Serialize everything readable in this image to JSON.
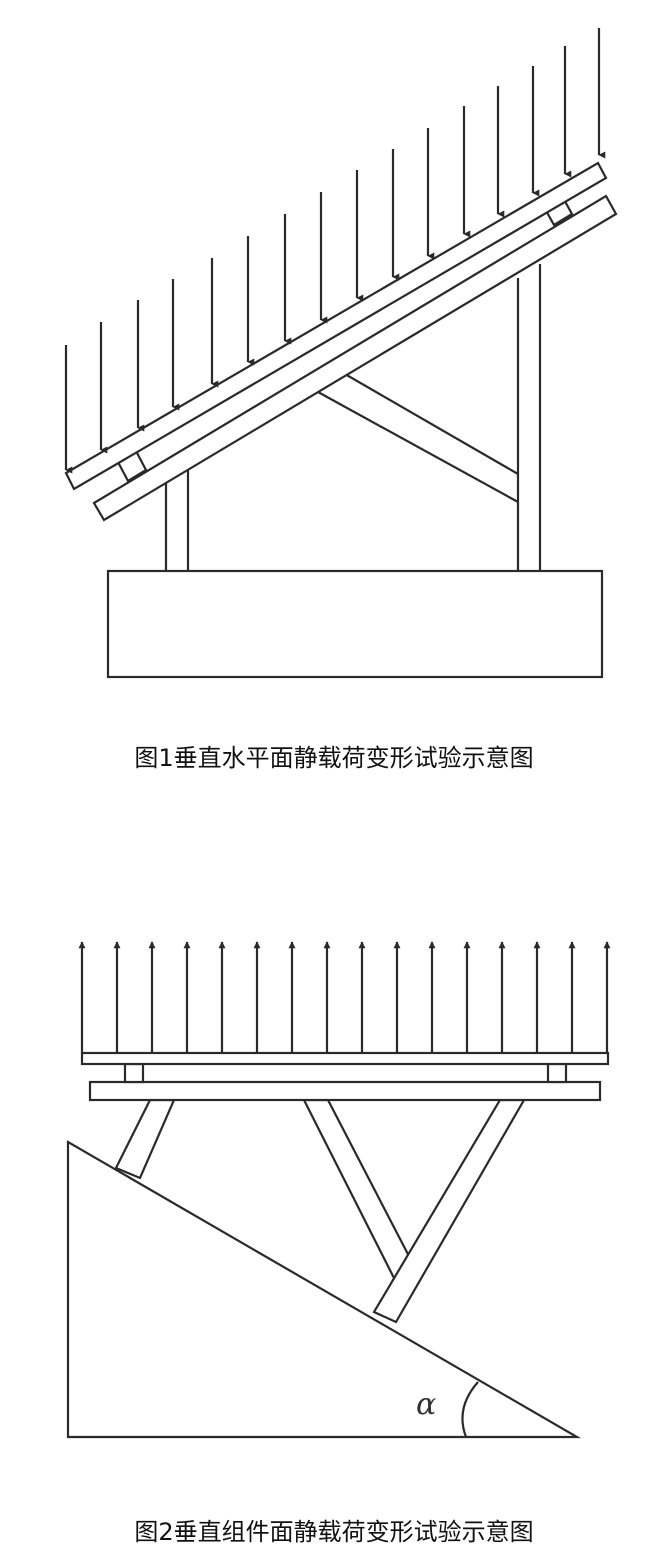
{
  "figure1": {
    "caption": "图1垂直水平面静载荷变形试验示意图",
    "load_direction": "down",
    "arrow_count": 16
  },
  "figure2": {
    "caption": "图2垂直组件面静载荷变形试验示意图",
    "load_direction": "up",
    "arrow_count": 16,
    "angle_label": "α"
  },
  "colors": {
    "line": "#2a2a2a",
    "background": "#ffffff"
  }
}
